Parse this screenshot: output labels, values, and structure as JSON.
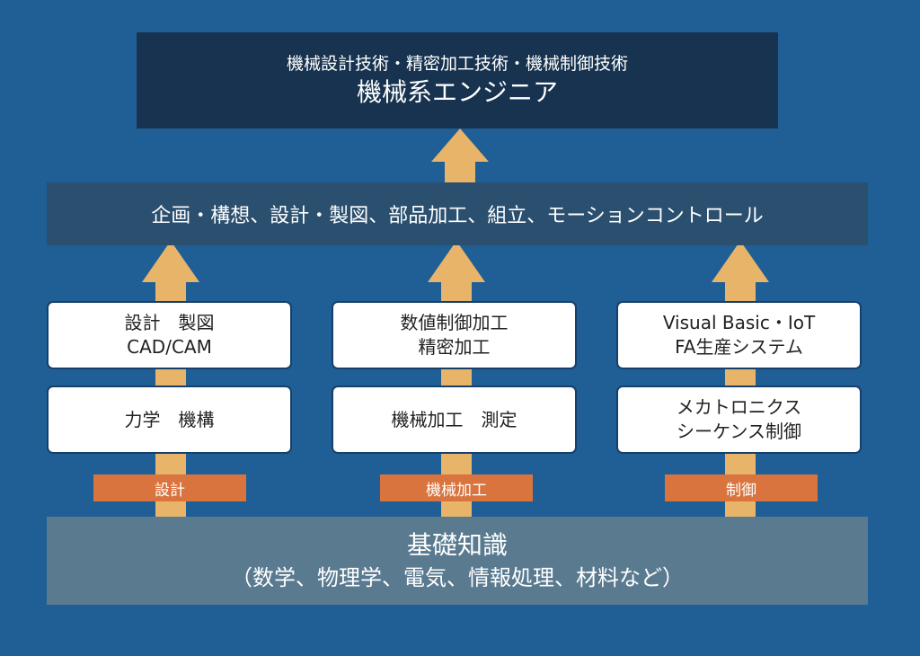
{
  "colors": {
    "background": "#1f5f95",
    "top_box": "#17334f",
    "mid_band": "#2a4f6f",
    "base_band": "#5a7a90",
    "arrow": "#e8b46a",
    "label": "#d9743f",
    "card": "#ffffff"
  },
  "top": {
    "line1": "機械設計技術・精密加工技術・機械制御技術",
    "line2": "機械系エンジニア"
  },
  "middle": {
    "text": "企画・構想、設計・製図、部品加工、組立、モーションコントロール"
  },
  "columns": [
    {
      "upper_card": [
        "設計　製図",
        "CAD/CAM"
      ],
      "lower_card": [
        "力学　機構"
      ],
      "label": "設計"
    },
    {
      "upper_card": [
        "数値制御加工",
        "精密加工"
      ],
      "lower_card": [
        "機械加工　測定"
      ],
      "label": "機械加工"
    },
    {
      "upper_card": [
        "Visual Basic・IoT",
        "FA生産システム"
      ],
      "lower_card": [
        "メカトロニクス",
        "シーケンス制御"
      ],
      "label": "制御"
    }
  ],
  "base": {
    "line1": "基礎知識",
    "line2": "（数学、物理学、電気、情報処理、材料など）"
  },
  "icons": [
    "up-arrow-icon"
  ]
}
